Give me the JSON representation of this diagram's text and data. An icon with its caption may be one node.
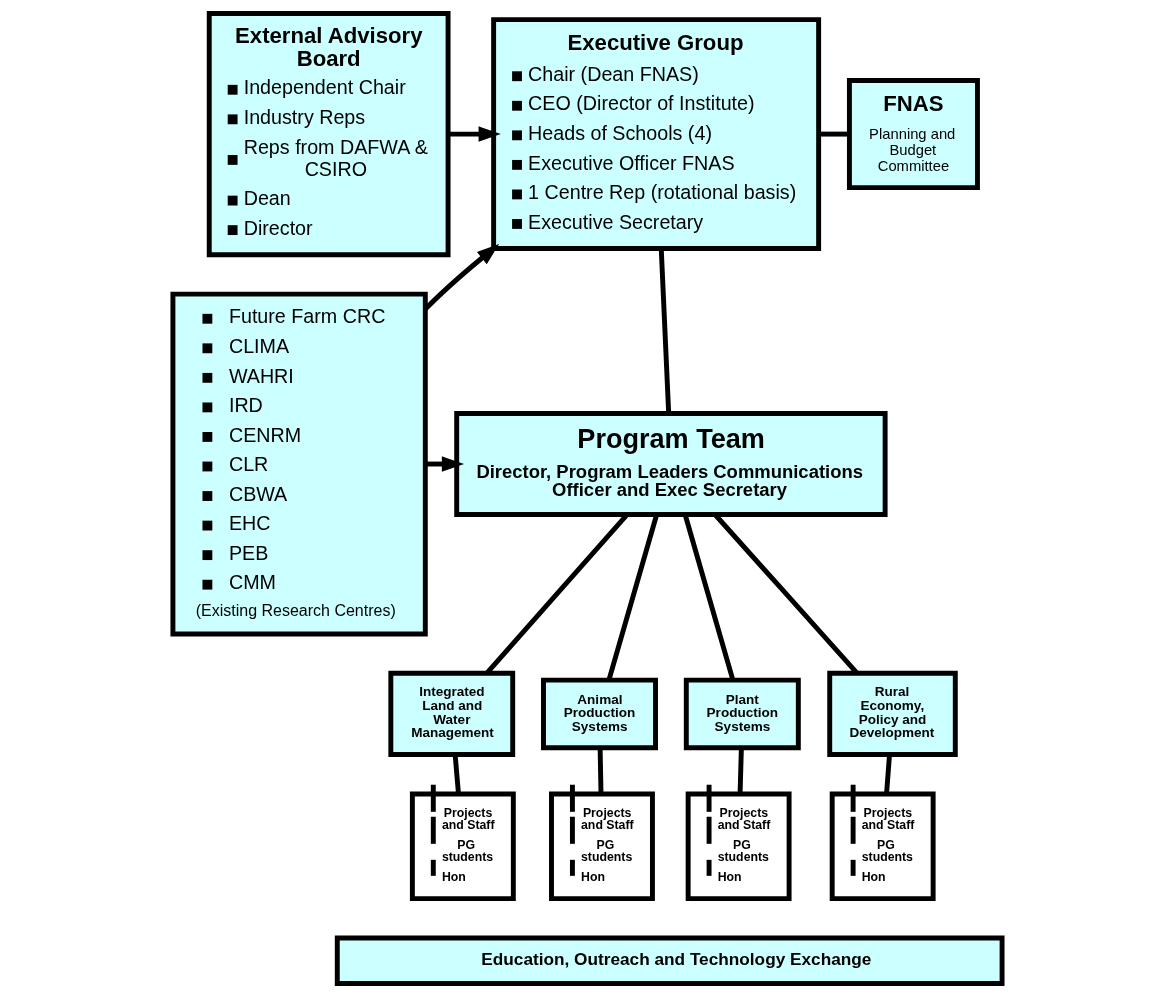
{
  "diagram": {
    "nodes": [
      {
        "text": [
          "External Advisory Board",
          "Independent Chair",
          "Industry Reps",
          "Reps from DAFWA & CSIRO",
          "Dean",
          "Director"
        ]
      },
      {
        "text": [
          "Executive Group",
          "Chair (Dean FNAS)",
          "CEO (Director of Institute)",
          "Heads of Schools (4)",
          "Executive Officer FNAS",
          "1 Centre Rep (rotational basis)",
          "Executive Secretary"
        ]
      },
      {
        "text": [
          "FNAS",
          "Planning and Budget Committee"
        ]
      },
      {
        "text": [
          "Future Farm CRC",
          "CLIMA",
          "WAHRI",
          "IRD",
          "CENRM",
          "CLR",
          "CBWA",
          "EHC",
          "PEB",
          "CMM",
          "(Existing Research Centres)"
        ]
      },
      {
        "text": [
          "Program Team",
          "Director, Program Leaders Communications Officer and Exec Secretary"
        ]
      },
      {
        "text": [
          "Integrated Land and Water Management"
        ]
      },
      {
        "text": [
          "Animal Production Systems"
        ]
      },
      {
        "text": [
          "Plant Production Systems"
        ]
      },
      {
        "text": [
          "Rural Economy, Policy and Development"
        ]
      },
      {
        "text": [
          "Projects and Staff",
          "PG students",
          "Hon"
        ]
      },
      {
        "text": [
          "Projects and Staff",
          "PG students",
          "Hon"
        ]
      },
      {
        "text": [
          "Projects and Staff",
          "PG students",
          "Hon"
        ]
      },
      {
        "text": [
          "Projects and Staff",
          "PG students",
          "Hon"
        ]
      },
      {
        "text": [
          "Education, Outreach and Technology Exchange"
        ]
      }
    ],
    "edges": [
      {
        "from": 0,
        "to": 1,
        "arrow": "to"
      },
      {
        "from": 3,
        "to": 1,
        "arrow": "to"
      },
      {
        "from": 3,
        "to": 4,
        "arrow": "to"
      },
      {
        "from": 1,
        "to": 2,
        "arrow": "none"
      },
      {
        "from": 1,
        "to": 4,
        "arrow": "none"
      },
      {
        "from": 4,
        "to": 5,
        "arrow": "none"
      },
      {
        "from": 4,
        "to": 6,
        "arrow": "none"
      },
      {
        "from": 4,
        "to": 7,
        "arrow": "none"
      },
      {
        "from": 4,
        "to": 8,
        "arrow": "none"
      },
      {
        "from": 5,
        "to": 9,
        "arrow": "none"
      },
      {
        "from": 6,
        "to": 10,
        "arrow": "none"
      },
      {
        "from": 7,
        "to": 11,
        "arrow": "none"
      },
      {
        "from": 8,
        "to": 12,
        "arrow": "none"
      }
    ]
  }
}
